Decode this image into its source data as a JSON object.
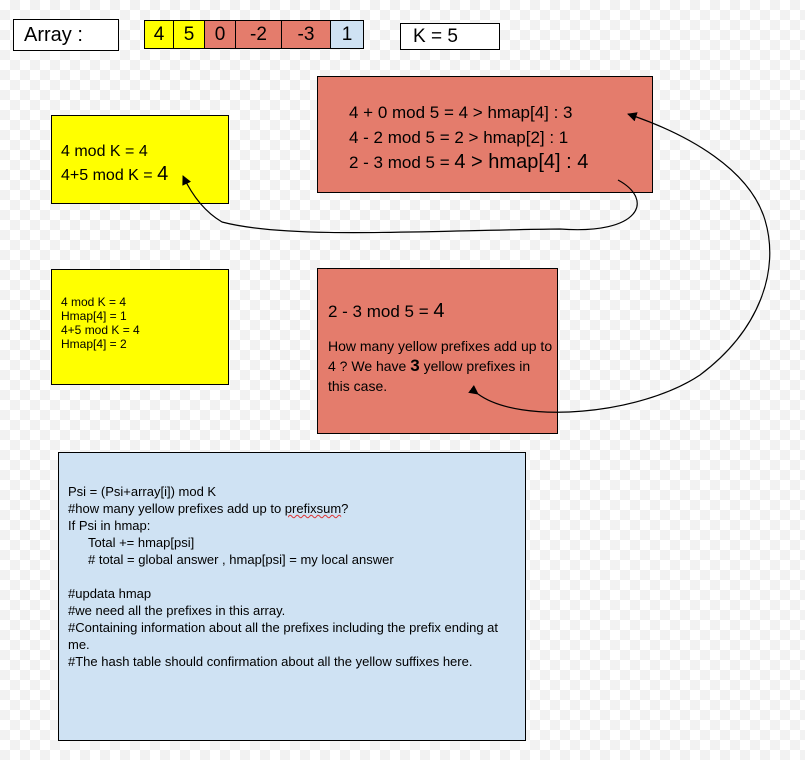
{
  "array_label": "Array :",
  "array": [
    {
      "value": "4",
      "color": "#ffff00",
      "width": 30
    },
    {
      "value": "5",
      "color": "#ffff00",
      "width": 32
    },
    {
      "value": "0",
      "color": "#e47c6c",
      "width": 32
    },
    {
      "value": "-2",
      "color": "#e47c6c",
      "width": 47
    },
    {
      "value": "-3",
      "color": "#e47c6c",
      "width": 50
    },
    {
      "value": "1",
      "color": "#cfe2f3",
      "width": 34
    }
  ],
  "k_label": "K = 5",
  "box_yellow_top": {
    "line1": "4 mod K = 4",
    "line2_prefix": "4+5 mod K = ",
    "line2_value": "4"
  },
  "box_red_top": {
    "line1": "4 + 0 mod 5 = 4 > hmap[4] : 3",
    "line2": "4 - 2 mod 5 = 2  >  hmap[2] : 1",
    "line3_prefix": "2 - 3 mod 5 = ",
    "line3_value": "4 > hmap[4] : 4"
  },
  "box_yellow_bottom": {
    "lines": [
      "4 mod K = 4",
      "Hmap[4] = 1",
      "4+5 mod K = 4",
      "Hmap[4] = 2"
    ]
  },
  "box_red_bottom": {
    "head_prefix": "2 - 3 mod 5 = ",
    "head_value": "4",
    "question_part1": "How many yellow prefixes add up to 4 ? We have ",
    "question_bold": "3",
    "question_part2": " yellow prefixes in this case."
  },
  "code_box": {
    "l1": "Psi = (Psi+array[i]) mod K",
    "l2_prefix": "#how many yellow prefixes add up to ",
    "l2_squiggle": "prefixsum",
    "l2_suffix": "?",
    "l3": "If Psi in hmap:",
    "l4": "Total += hmap[psi]",
    "l5": "# total = global answer , hmap[psi] = my local answer",
    "l6": "#updata hmap",
    "l7": "#we need all the prefixes in this array.",
    "l8": "#Containing information about all the prefixes including the prefix ending at me.",
    "l9": "#The hash table should confirmation about all the yellow suffixes here."
  }
}
